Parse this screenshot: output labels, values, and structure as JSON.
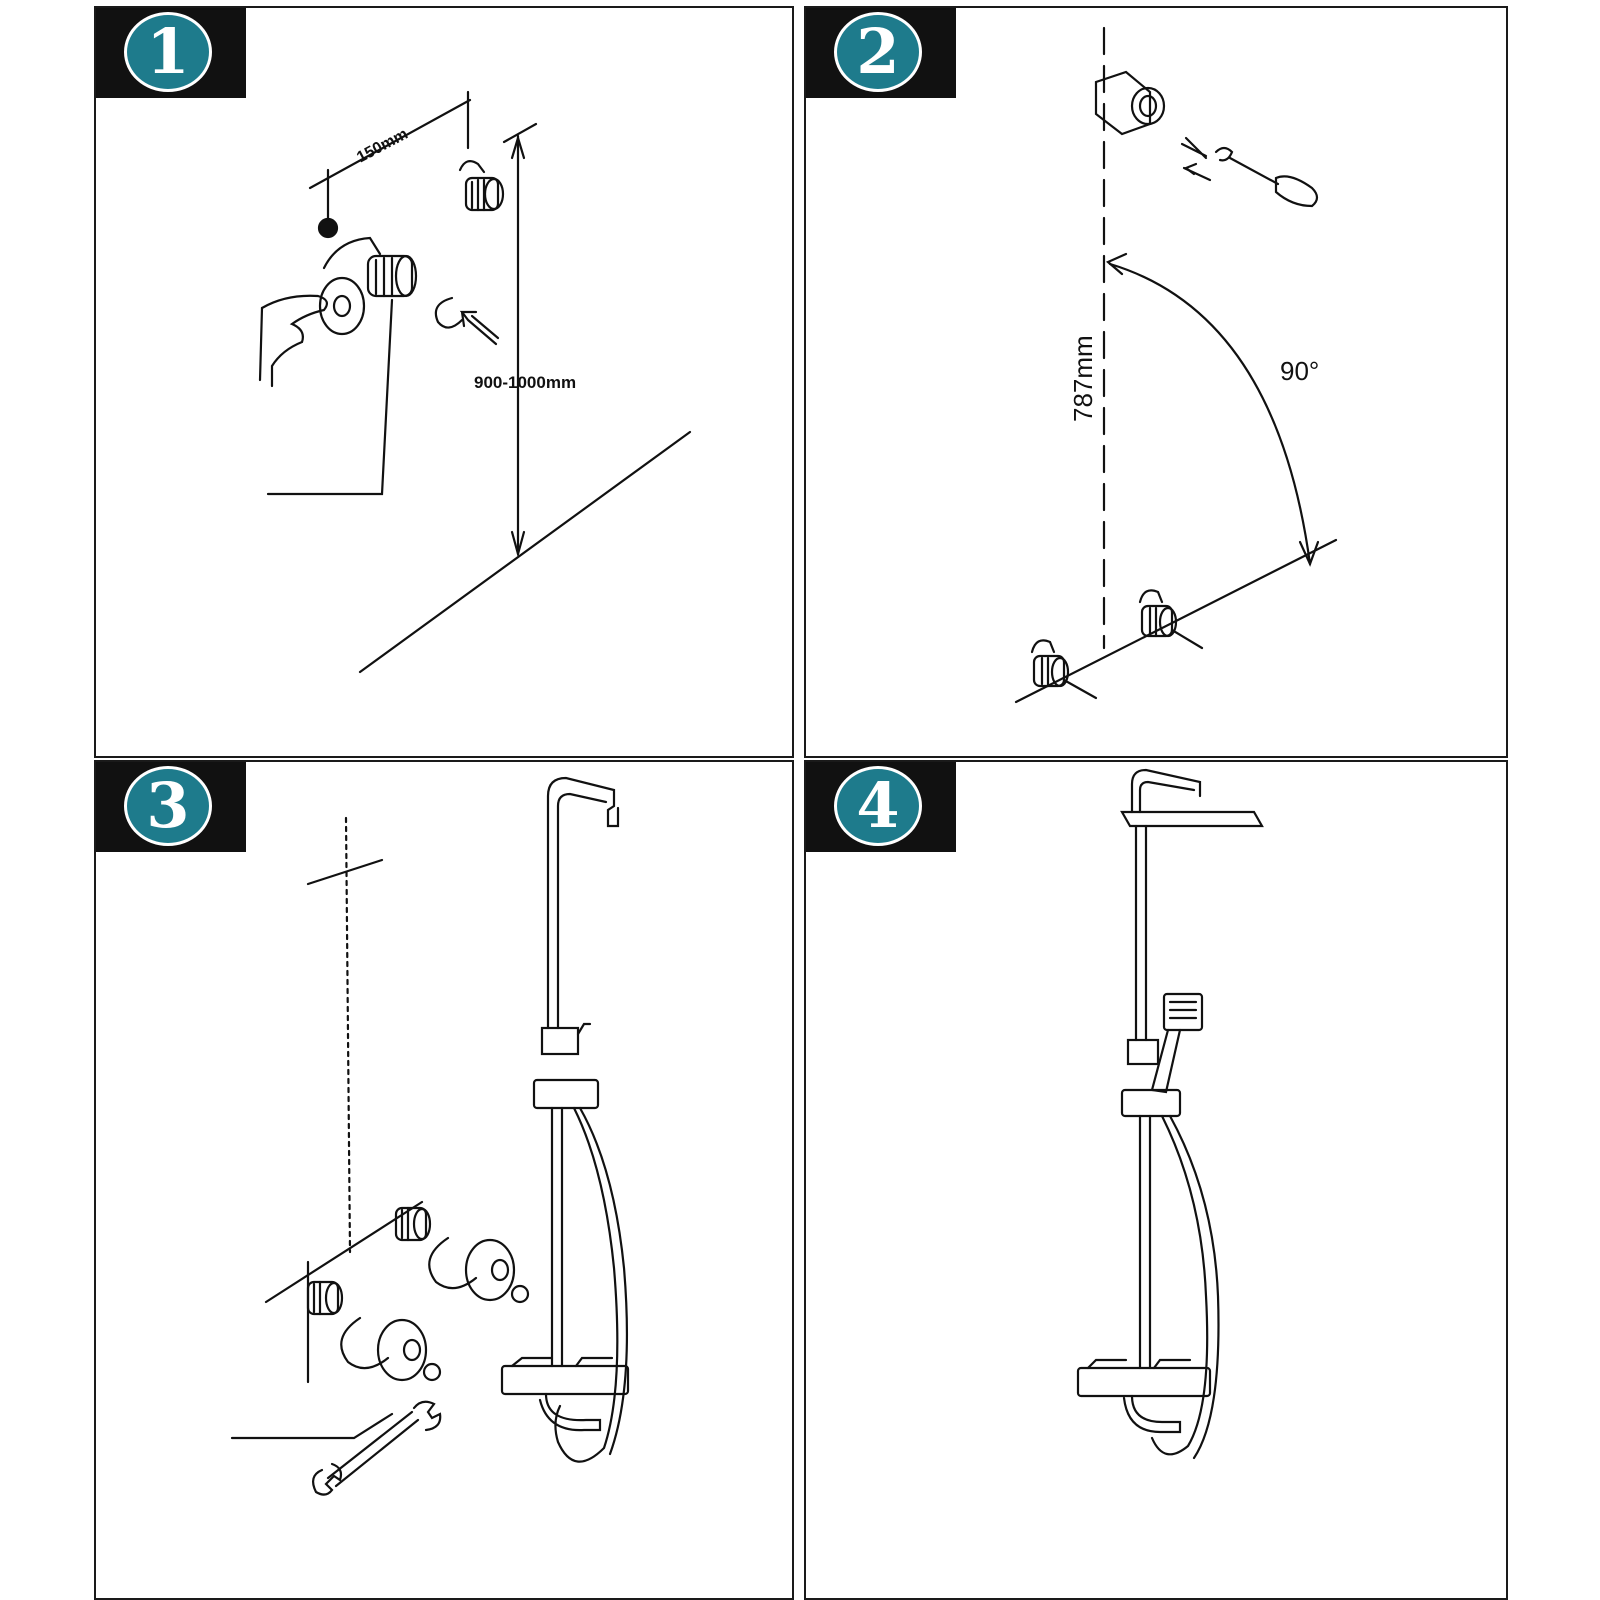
{
  "panels": [
    {
      "step": "1",
      "dim_spacing": "150mm",
      "dim_height": "900-1000mm"
    },
    {
      "step": "2",
      "dim_height": "787mm",
      "angle": "90°"
    },
    {
      "step": "3"
    },
    {
      "step": "4"
    }
  ],
  "colors": {
    "badge_bg": "#111111",
    "circle": "#1e7b8c",
    "line": "#111111"
  }
}
